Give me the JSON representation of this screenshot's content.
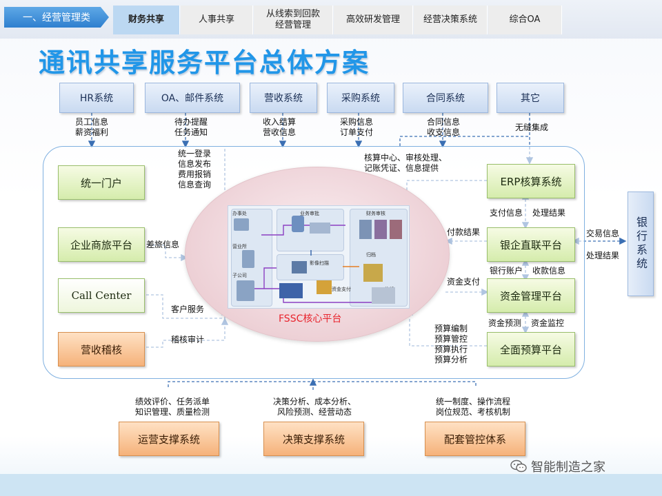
{
  "nav": {
    "section": "一、经营管理类",
    "tabs": [
      {
        "label": "财务共享"
      },
      {
        "label": "人事共享"
      },
      {
        "label": "从线索到回款\n经营管理"
      },
      {
        "label": "高效研发管理"
      },
      {
        "label": "经营决策系统"
      },
      {
        "label": "综合OA"
      }
    ]
  },
  "title": "通讯共享服务平台总体方案",
  "sources": [
    {
      "label": "HR系统",
      "info": "员工信息\n薪资福利"
    },
    {
      "label": "OA、邮件系统",
      "info": "待办提醒\n任务通知"
    },
    {
      "label": "营收系统",
      "info": "收入结算\n营收信息"
    },
    {
      "label": "采购系统",
      "info": "采购信息\n订单支付"
    },
    {
      "label": "合同系统",
      "info": "合同信息\n收支信息"
    },
    {
      "label": "其它",
      "info": "无缝集成"
    }
  ],
  "left_modules": {
    "portal": "统一门户",
    "travel": "企业商旅平台",
    "callcenter": "Call  Center",
    "revenue_audit": "营收稽核"
  },
  "left_labels": {
    "portal_services": "统一登录\n信息发布\n费用报销\n信息查询",
    "travel_info": "差旅信息",
    "customer_service": "客户服务",
    "audit": "稽核审计"
  },
  "right_modules": {
    "erp": "ERP核算系统",
    "bank_direct": "银企直联平台",
    "fund_mgmt": "资金管理平台",
    "budget": "全面预算平台"
  },
  "right_labels": {
    "erp_services": "核算中心、审核处理、\n记账凭证、信息提供",
    "pay_info": "支付信息",
    "process_result": "处理结果",
    "pay_result": "付款结果",
    "bank_account": "银行账户",
    "receipt_info": "收款信息",
    "fund_pay": "资金支付",
    "fund_forecast": "资金预测",
    "fund_monitor": "资金监控",
    "budget_services": "预算编制\n预算管控\n预算执行\n预算分析",
    "trade_info": "交易信息",
    "process_result2": "处理结果"
  },
  "bank": "银行系统",
  "fssc": {
    "label": "FSSC核心平台",
    "mini": [
      "办事处",
      "营业所",
      "子公司",
      "业务审批",
      "财务审核",
      "归档",
      "影像扫描",
      "资金支付",
      "总部"
    ]
  },
  "bottom": [
    {
      "label": "运营支撑系统",
      "info": "绩效评价、任务派单\n知识管理、质量检测"
    },
    {
      "label": "决策支撑系统",
      "info": "决策分析、成本分析、\n风险预测、经营动态"
    },
    {
      "label": "配套管控体系",
      "info": "统一制度、操作流程\n岗位规范、考核机制"
    }
  ],
  "brand": "智能制造之家"
}
